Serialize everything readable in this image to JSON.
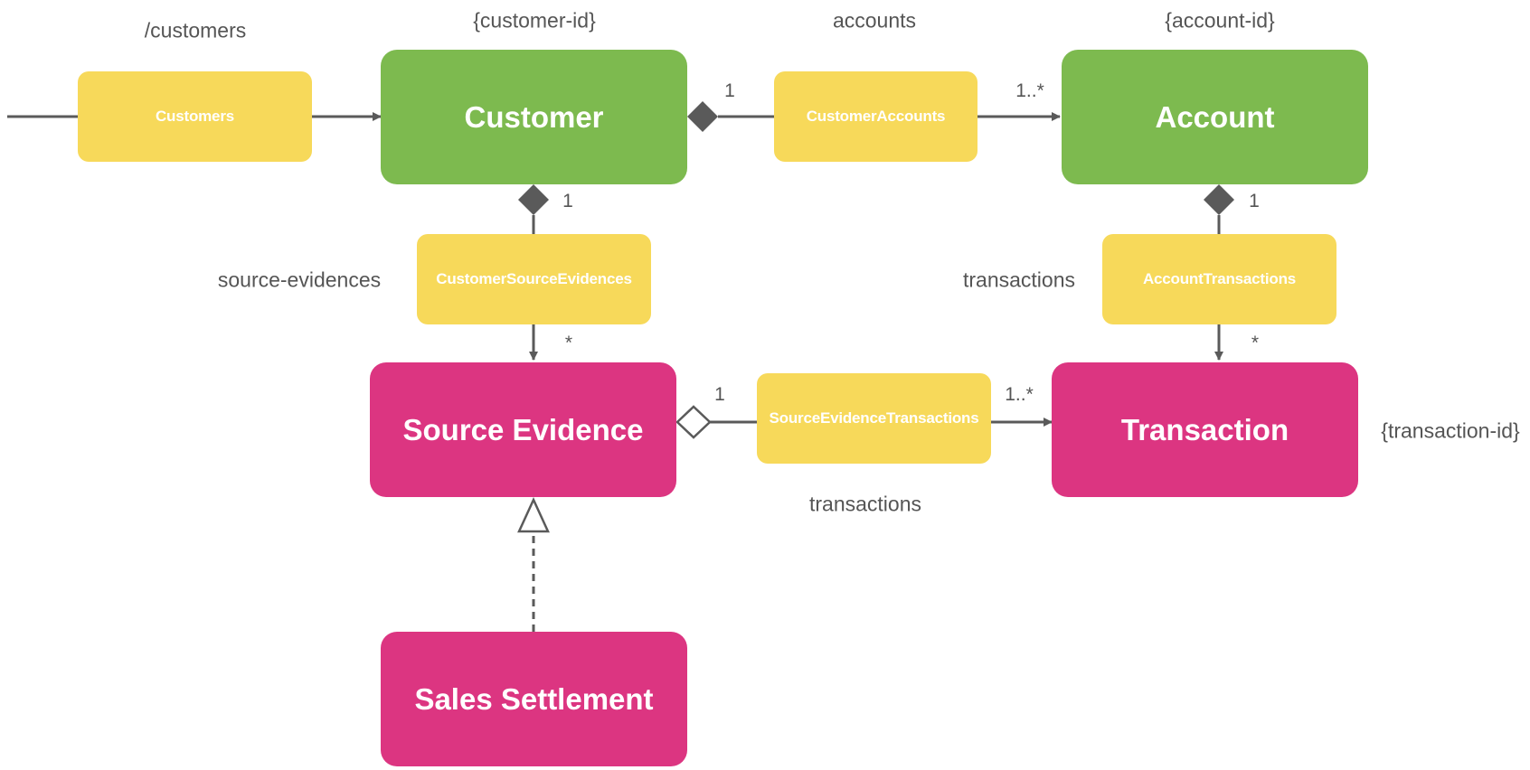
{
  "colors": {
    "green": "#7dba4f",
    "magenta": "#dc3581",
    "yellow": "#f7d95a",
    "line": "#5a5a5a",
    "text": "#555555"
  },
  "entities": {
    "customer": "Customer",
    "account": "Account",
    "source_evidence": "Source Evidence",
    "transaction": "Transaction",
    "sales_settlement": "Sales Settlement"
  },
  "resources": {
    "customers": "Customers",
    "customer_accounts": "CustomerAccounts",
    "customer_source_evidences": "CustomerSourceEvidences",
    "account_transactions": "AccountTransactions",
    "source_evidence_transactions": "SourceEvidenceTransactions"
  },
  "paths": {
    "customers": "/customers",
    "customer_id": "{customer-id}",
    "accounts": "accounts",
    "account_id": "{account-id}",
    "source_evidences": "source-evidences",
    "account_transactions": "transactions",
    "source_evidence_transactions": "transactions",
    "transaction_id": "{transaction-id}"
  },
  "multiplicities": {
    "customer_accounts_source": "1",
    "customer_accounts_target": "1..*",
    "customer_evidences_source": "1",
    "customer_evidences_target": "*",
    "account_transactions_source": "1",
    "account_transactions_target": "*",
    "evidence_transactions_source": "1",
    "evidence_transactions_target": "1..*"
  }
}
